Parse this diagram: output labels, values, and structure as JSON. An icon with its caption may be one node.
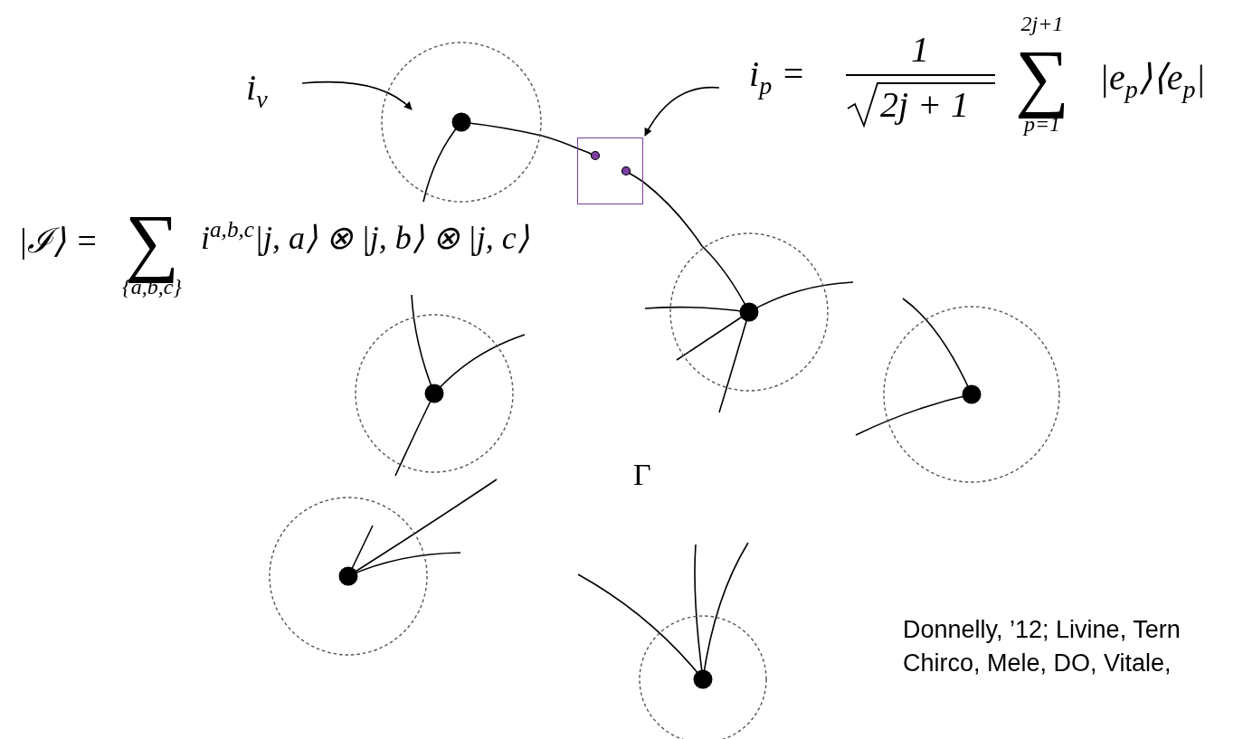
{
  "diagram": {
    "nodes": [
      {
        "text": [
          "i$_{v}$"
        ]
      },
      {
        "text": [],
        "shape": "circle"
      },
      {
        "text": [
          "i$_{p}$ =",
          "1",
          "2j + 1",
          "2j+1",
          "∑",
          "p=1",
          "|e$_{p}$⟩⟨e$_{p}$|"
        ]
      },
      {
        "text": [],
        "shape": "box"
      },
      {
        "text": [],
        "shape": "circle"
      },
      {
        "text": [],
        "shape": "circle"
      },
      {
        "text": [],
        "shape": "circle"
      },
      {
        "text": [],
        "shape": "circle"
      },
      {
        "text": [],
        "shape": "circle"
      }
    ],
    "edges": [
      {
        "from": 0,
        "to": 1,
        "arrow": "to"
      },
      {
        "from": 2,
        "to": 3,
        "arrow": "to"
      },
      {
        "from": 1,
        "to": 3,
        "arrow": "none"
      },
      {
        "from": 3,
        "to": 4,
        "arrow": "none"
      }
    ],
    "labels": [
      "|ℐ⟩ =",
      "∑",
      "{a,b,c}",
      "i$^{a,b,c}$|j, a⟩ ⊗ |j, b⟩ ⊗ |j, c⟩",
      "Γ",
      "Donnelly, ’12; Livine, Tern",
      "Chirco, Mele, DO, Vitale,"
    ]
  }
}
